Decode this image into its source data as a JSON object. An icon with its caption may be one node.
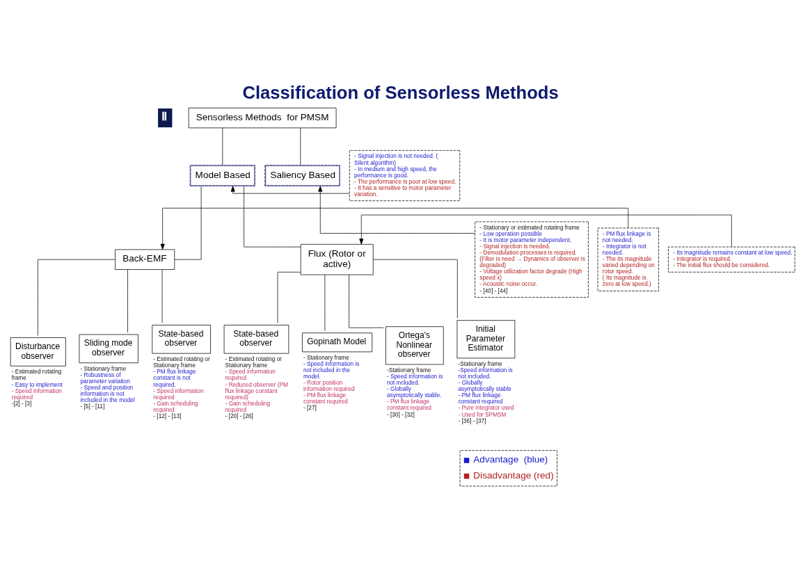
{
  "diagram": {
    "title": "Classification of Sensorless Methods",
    "nodes": [
      {
        "text": [
          "Sensorless Methods  for PMSM"
        ]
      },
      {
        "text": [
          "Model Based"
        ]
      },
      {
        "text": [
          "Saliency Based"
        ]
      },
      {
        "text": [
          "Back-EMF"
        ]
      },
      {
        "text": [
          "Flux (Rotor or active)"
        ]
      },
      {
        "text": [
          "Disturbance observer"
        ],
        "beside": [
          "- Estimated rotating frame",
          "- Easy to implement",
          "- Speed information required",
          "-[2] - [3]"
        ]
      },
      {
        "text": [
          "Sliding mode observer"
        ],
        "beside": [
          "- Stationary frame",
          "- Robustness of parameter variation",
          "- Speed and position information is not included in the model",
          "- [5] - [11]"
        ]
      },
      {
        "text": [
          "State-based observer"
        ],
        "beside": [
          "- Estimated rotating or Stationary frame",
          "- PM flux linkage constant is not required.",
          "- Speed information required",
          "- Gain scheduling required",
          "- [12] - [13]"
        ]
      },
      {
        "text": [
          "State-based observer"
        ],
        "beside": [
          "- Estimated rotating or Stationary frame",
          "- Speed information required",
          "- Reduced observer (PM flux linkage constant required)",
          "- Gain scheduling required",
          "- [20] - [26]"
        ]
      },
      {
        "text": [
          "Gopinath Model"
        ],
        "beside": [
          "- Stationary frame",
          "- Speed information is not included in the model.",
          "- Rotor position information required",
          "- PM flux linkage constant required",
          "- [27]"
        ]
      },
      {
        "text": [
          "Ortega's Nonlinear observer"
        ],
        "beside": [
          "-Stationary frame",
          "- Speed information is not included.",
          "- Globally asymptotically stable.",
          "- PM flux linkage constant required",
          "- [30] - [32]"
        ]
      },
      {
        "text": [
          "Initial Parameter Estimator"
        ],
        "beside": [
          "-Stationary frame",
          "-Speed information is not included.",
          "- Globally asymptotically stable",
          "- PM flux linkage constant required",
          "- Pure integrator used",
          "- Used for SPMSM",
          "- [36] - [37]"
        ]
      },
      {
        "text": [
          "- Signal injection is not needed. ( Silent algorithm)",
          "- In medium and high speed, the performance is good.",
          "- The performance is poor at low speed.",
          "- It has a sensitive to motor parameter variation."
        ]
      },
      {
        "text": [
          "- PM flux linkage is not needed.",
          "- Integrator is not needed.",
          "- The its magnitude varied depending on rotor speed.",
          "( Its magnitude is zero at low speed.)"
        ]
      },
      {
        "text": [
          "- Its magnitude remains constant at low speed.",
          "- Integrator is required.",
          "- The initial flux should be considered."
        ]
      },
      {
        "text": [
          "- Stationary or estimated rotating frame",
          "- Low operation possible",
          "- It is motor parameter independent.",
          "- Signal injection is needed.",
          "- Demodulation processes is required. (Filter is need → Dynamics of observer is degraded)",
          "- Voltage utilization factor degrade (High speed x)",
          "- Acoustic noise occur.",
          "- [40] - [44]"
        ]
      }
    ],
    "edges": [
      {
        "from": 0,
        "to": 1,
        "arrow": "none"
      },
      {
        "from": 0,
        "to": 2,
        "arrow": "none"
      },
      {
        "from": 1,
        "to": 3,
        "arrow": "none"
      },
      {
        "from": 1,
        "to": 4,
        "arrow": "none"
      },
      {
        "from": 3,
        "to": 5,
        "arrow": "none"
      },
      {
        "from": 3,
        "to": 6,
        "arrow": "none"
      },
      {
        "from": 3,
        "to": 7,
        "arrow": "none"
      },
      {
        "from": 4,
        "to": 8,
        "arrow": "none"
      },
      {
        "from": 4,
        "to": 9,
        "arrow": "none"
      },
      {
        "from": 4,
        "to": 10,
        "arrow": "none"
      },
      {
        "from": 4,
        "to": 11,
        "arrow": "none"
      },
      {
        "from": 12,
        "to": 1,
        "arrow": "to"
      },
      {
        "from": 13,
        "to": 3,
        "arrow": "to"
      },
      {
        "from": 14,
        "to": 4,
        "arrow": "to"
      },
      {
        "from": 15,
        "to": 2,
        "arrow": "to"
      }
    ],
    "labels": [
      "Ⅱ"
    ],
    "legend": [
      {
        "text": "Advantage  (blue)",
        "color": "#1a1acc"
      },
      {
        "text": "Disadvantage (red)",
        "color": "#b22222"
      }
    ]
  }
}
